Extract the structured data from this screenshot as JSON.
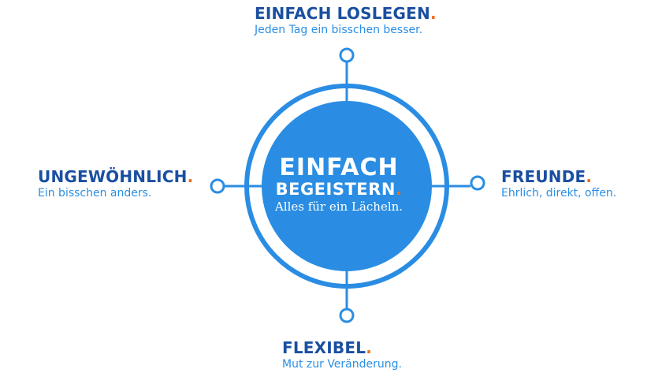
{
  "colors": {
    "primary_blue": "#2a8de3",
    "title_blue": "#1a4fa0",
    "accent_orange": "#ef6c1a",
    "background": "#ffffff"
  },
  "center": {
    "line1": "EINFACH",
    "line2": "BEGEISTERN",
    "line2_dot": ".",
    "line3": "Alles für ein Lächeln."
  },
  "nodes": {
    "top": {
      "title": "EINFACH LOSLEGEN",
      "dot": ".",
      "subtitle": "Jeden Tag ein bisschen besser."
    },
    "left": {
      "title": "UNGEWÖHNLICH",
      "dot": ".",
      "subtitle": "Ein bisschen anders."
    },
    "right": {
      "title": "FREUNDE",
      "dot": ".",
      "subtitle": "Ehrlich, direkt, offen."
    },
    "bottom": {
      "title": "FLEXIBEL",
      "dot": ".",
      "subtitle": "Mut zur Veränderung."
    }
  }
}
